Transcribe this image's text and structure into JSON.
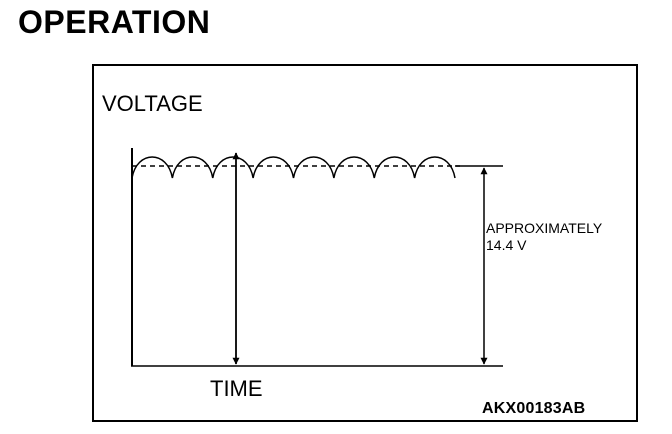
{
  "page": {
    "title": "OPERATION"
  },
  "diagram": {
    "y_axis_label": "VOLTAGE",
    "x_axis_label": "TIME",
    "annotation": {
      "line1": "APPROXIMATELY",
      "line2": "14.4 V"
    },
    "figure_code": "AKX00183AB",
    "ripple_arc_count": 8,
    "colors": {
      "ink": "#000000",
      "background": "#ffffff"
    }
  }
}
